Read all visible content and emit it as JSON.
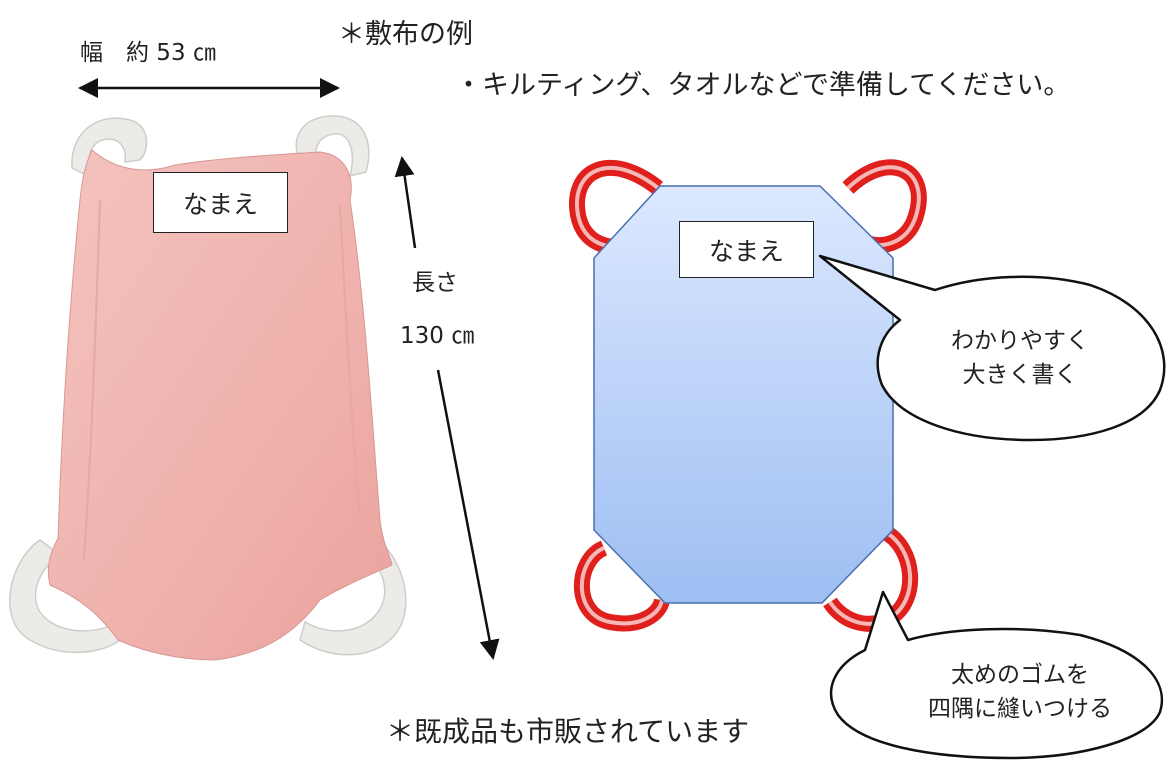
{
  "header": {
    "title": "＊敷布の例",
    "subtitle": "・キルティング、タオルなどで準備してください。"
  },
  "left_photo": {
    "width_label": "幅　約 53 ㎝",
    "length_label": "長さ",
    "length_value": "130 ㎝",
    "name_tag": "なまえ",
    "fabric_color": "#f2b8b4",
    "strap_color": "#ecebe8"
  },
  "right_illustration": {
    "name_tag": "なまえ",
    "bubble1": [
      "わかりやすく",
      "大きく書く"
    ],
    "bubble2": [
      "太めのゴムを",
      "四隅に縫いつける"
    ],
    "sheet_color_top": "#dce8ff",
    "sheet_color_bottom": "#9dbef2",
    "elastic_color": "#e0201c"
  },
  "footer": {
    "note": "＊既成品も市販されています"
  }
}
